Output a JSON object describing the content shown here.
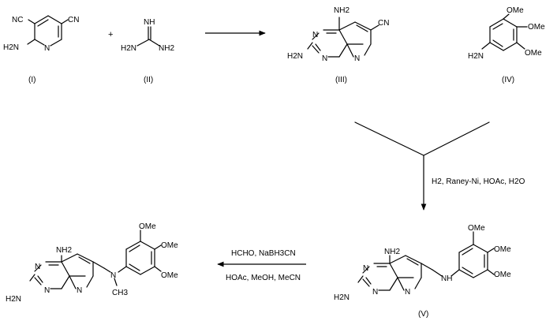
{
  "compounds": {
    "I": {
      "label": "(I)",
      "sub_nc1": "NC",
      "sub_nc2": "CN",
      "sub_nh2": "H2N",
      "ring_n": "N"
    },
    "II": {
      "label": "(II)",
      "nh": "NH",
      "nh2_left": "H2N",
      "nh2_right": "NH2"
    },
    "III": {
      "label": "(III)",
      "nh2_top": "NH2",
      "nh2_left": "H2N",
      "cn": "CN",
      "n1": "N",
      "n2": "N",
      "n3": "N"
    },
    "IV": {
      "label": "(IV)",
      "ome1": "OMe",
      "ome2": "OMe",
      "ome3": "OMe",
      "nh2": "H2N"
    },
    "V": {
      "label": "(V)",
      "nh2_top": "NH2",
      "nh2_left": "H2N",
      "nh": "NH",
      "ome1": "OMe",
      "ome2": "OMe",
      "ome3": "OMe",
      "n1": "N",
      "n2": "N",
      "n3": "N"
    },
    "VI": {
      "nh2_top": "NH2",
      "nh2_left": "H2N",
      "n_amine": "N",
      "methyl": "CH3",
      "ome1": "OMe",
      "ome2": "OMe",
      "ome3": "OMe",
      "n1": "N",
      "n2": "N",
      "n3": "N"
    }
  },
  "plus": "+",
  "reagents": {
    "step2": "H2, Raney-Ni, HOAc, H2O",
    "step3_top": "HCHO, NaBH3CN",
    "step3_bottom": "HOAc, MeOH, MeCN"
  }
}
